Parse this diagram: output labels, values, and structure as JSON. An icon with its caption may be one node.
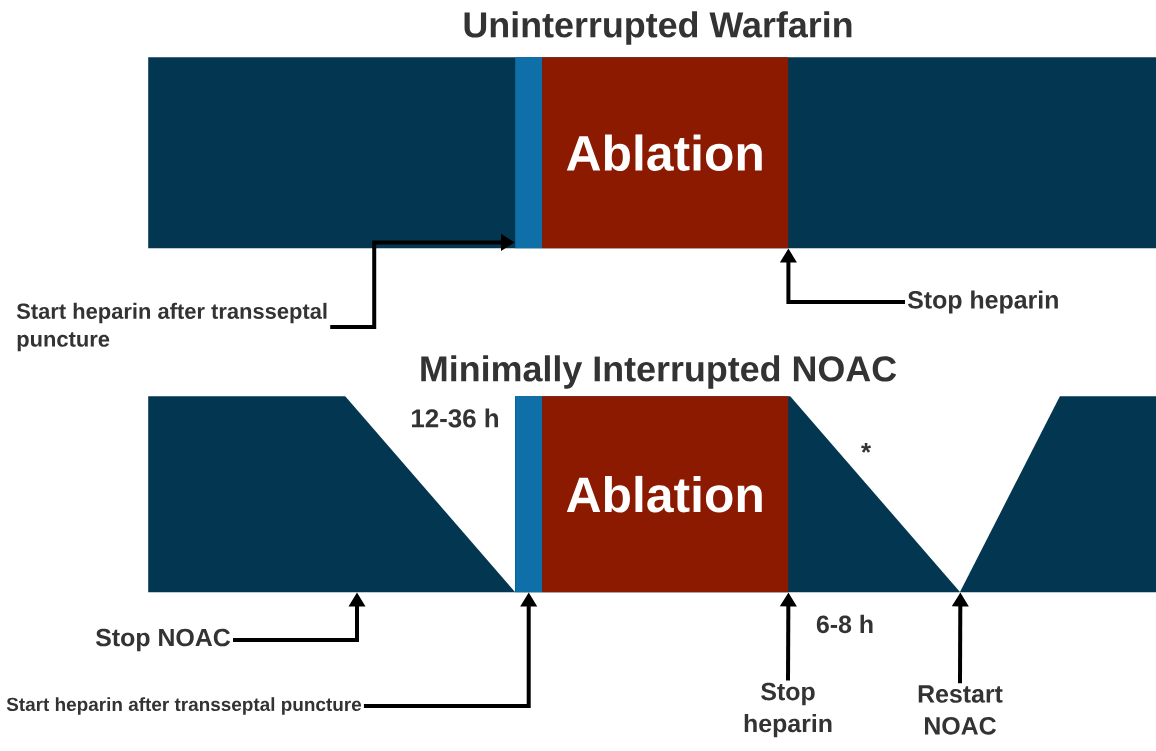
{
  "diagram": {
    "nodes": [
      {
        "text": [
          "Uninterrupted Warfarin"
        ]
      },
      {
        "text": [],
        "shape": "bar",
        "in": 0
      },
      {
        "text": [
          "Ablation"
        ],
        "in": 0
      },
      {
        "text": [
          "Start heparin after transseptal puncture"
        ]
      },
      {
        "text": [
          "Stop heparin"
        ]
      },
      {
        "text": [
          "Minimally Interrupted NOAC"
        ]
      },
      {
        "text": [
          "12-36 h"
        ],
        "in": 5
      },
      {
        "text": [],
        "shape": "bar",
        "in": 5
      },
      {
        "text": [
          "Ablation"
        ],
        "in": 5
      },
      {
        "text": [
          "*"
        ],
        "in": 5
      },
      {
        "text": [
          "Stop NOAC"
        ]
      },
      {
        "text": [
          "Start heparin after transseptal puncture"
        ]
      },
      {
        "text": [
          "Stop heparin"
        ]
      },
      {
        "text": [
          "Restart NOAC"
        ]
      }
    ],
    "edges": [
      {
        "from": 3,
        "to": 1,
        "arrow": "to"
      },
      {
        "from": 4,
        "to": 2,
        "arrow": "to"
      },
      {
        "from": 10,
        "to": 5,
        "arrow": "to"
      },
      {
        "from": 11,
        "to": 7,
        "arrow": "to"
      },
      {
        "from": 12,
        "to": 8,
        "arrow": "to"
      },
      {
        "from": 13,
        "to": 9,
        "arrow": "to"
      }
    ],
    "labels": [
      "6-8 h"
    ]
  }
}
